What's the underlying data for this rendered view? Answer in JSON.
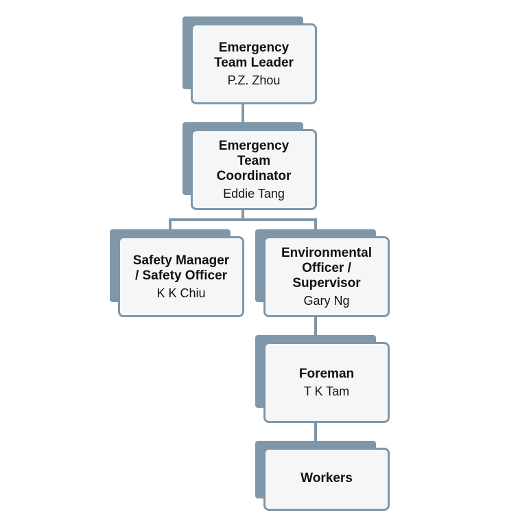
{
  "nodes": {
    "leader": {
      "title": "Emergency\nTeam Leader",
      "name": "P.Z. Zhou"
    },
    "coordinator": {
      "title": "Emergency\nTeam\nCoordinator",
      "name": "Eddie Tang"
    },
    "safety": {
      "title": "Safety Manager\n/ Safety Officer",
      "name": "K K Chiu"
    },
    "environmental": {
      "title": "Environmental\nOfficer /\nSupervisor",
      "name": "Gary Ng"
    },
    "foreman": {
      "title": "Foreman",
      "name": "T K Tam"
    },
    "workers": {
      "title": "Workers",
      "name": ""
    }
  },
  "colors": {
    "accent": "#7f97a8",
    "card_fill": "#f4f6f8"
  }
}
